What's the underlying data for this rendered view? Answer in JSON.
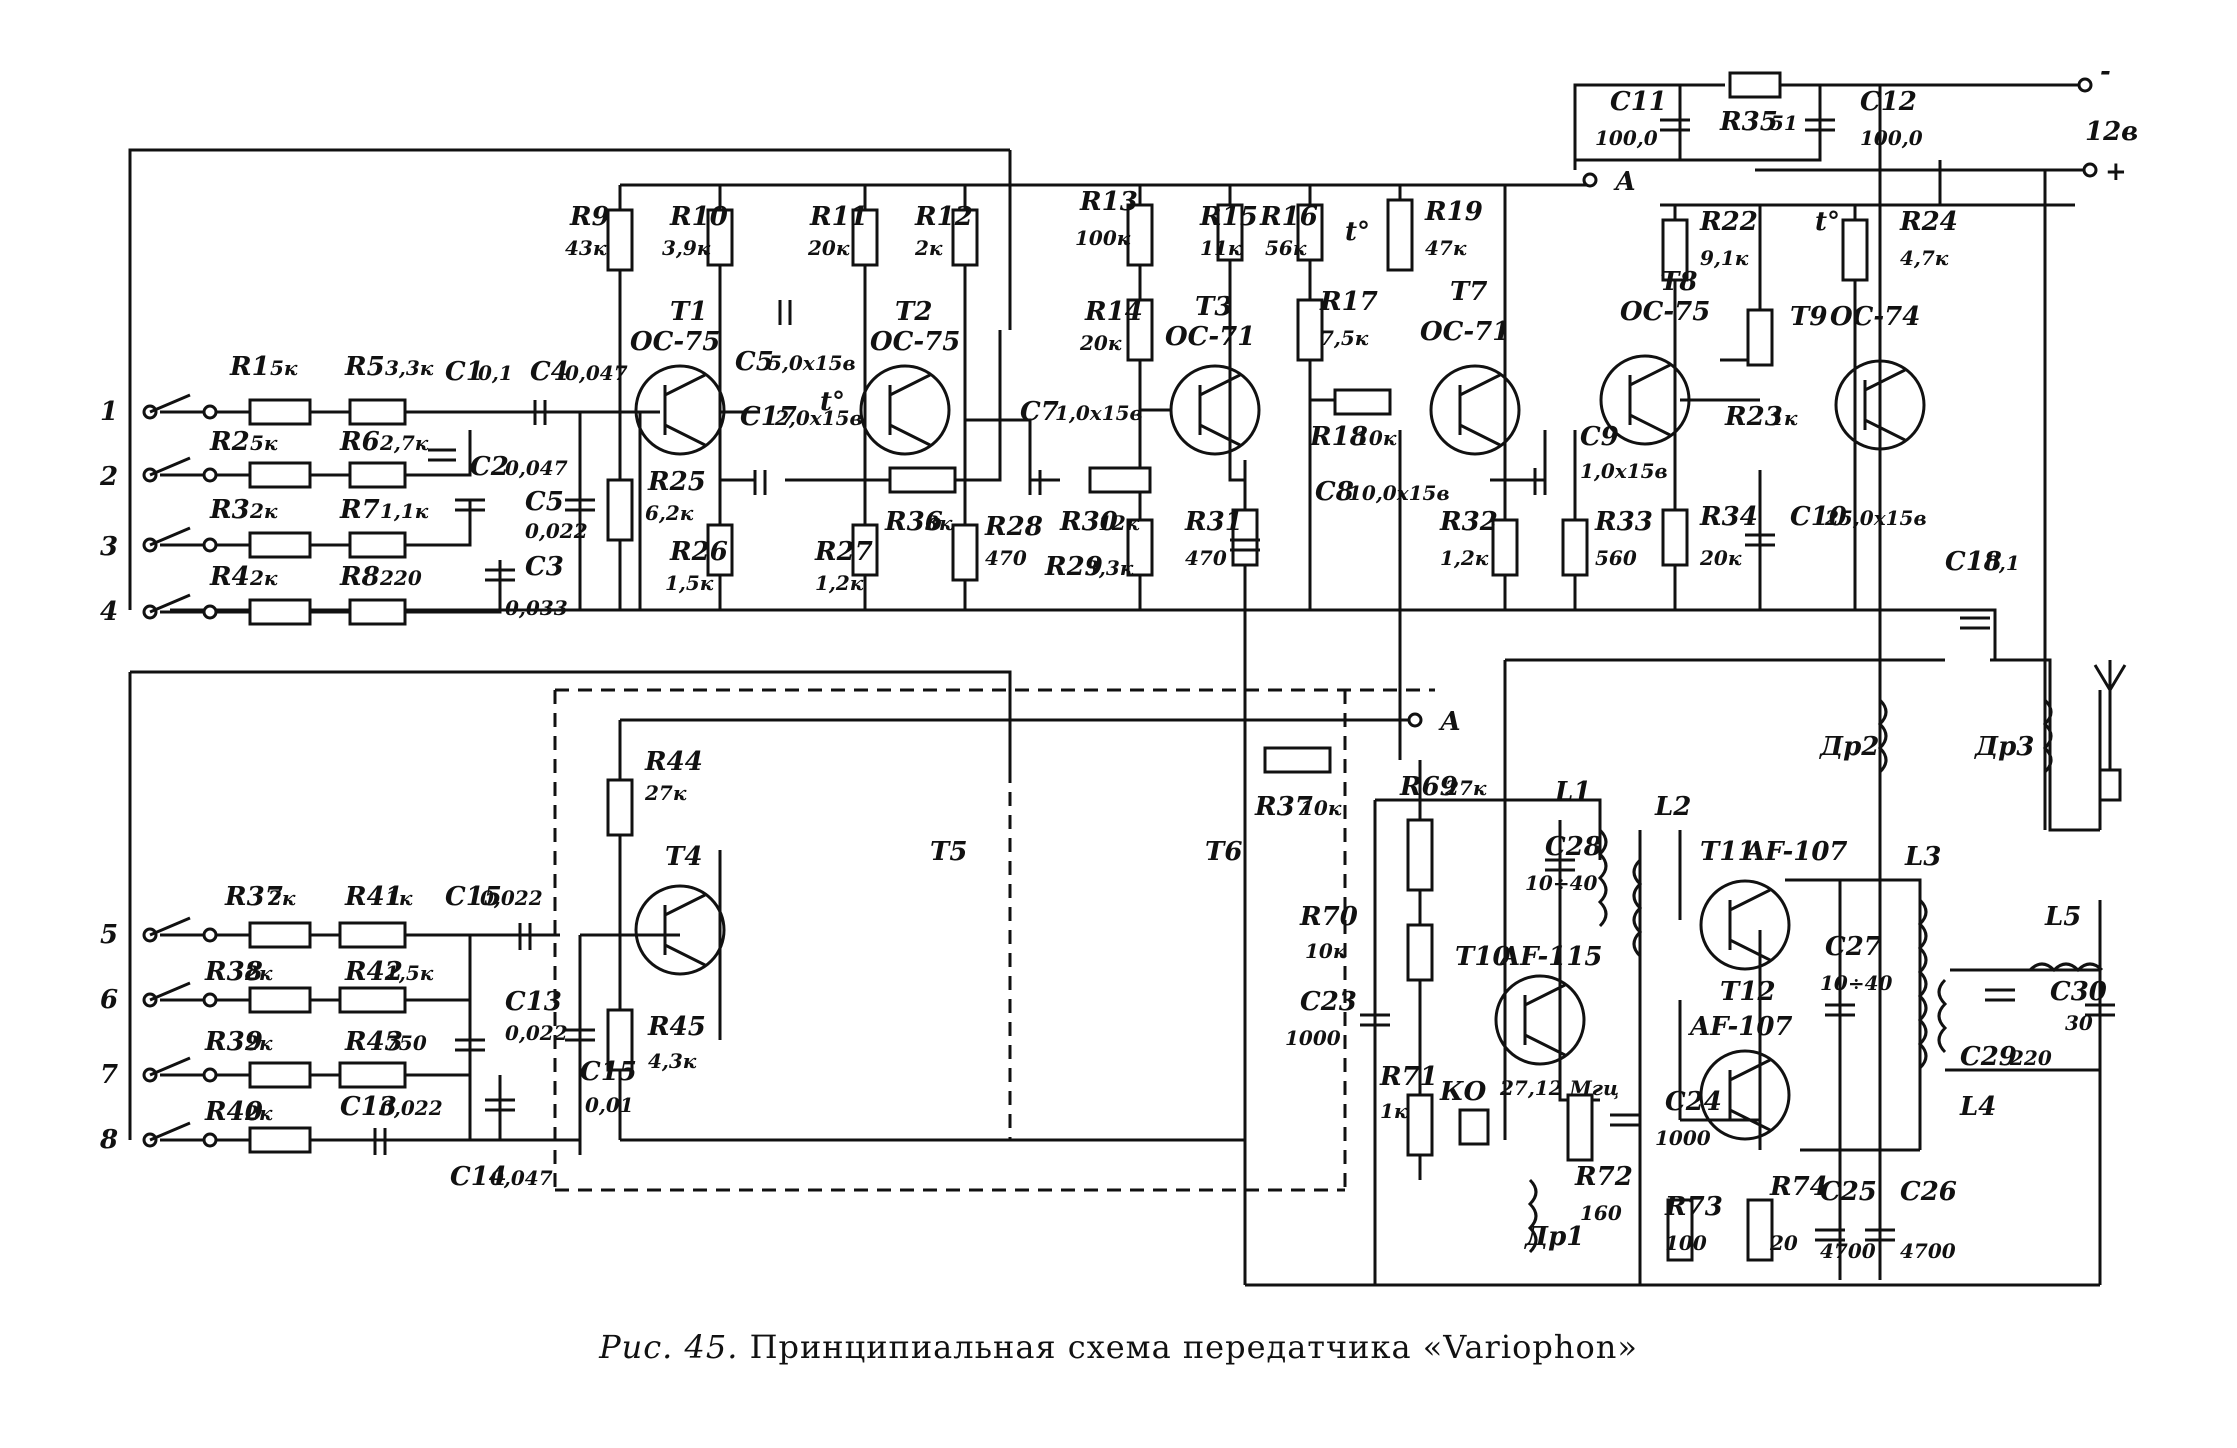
{
  "caption": {
    "figure": "Рис. 45.",
    "text": "Принципиальная схема передатчика «Variophon»"
  },
  "power": {
    "voltage": "12в",
    "minus": "-",
    "plus": "+"
  },
  "nodes": {
    "a_top": "А",
    "a_mid": "А"
  },
  "inputs": [
    "1",
    "2",
    "3",
    "4",
    "5",
    "6",
    "7",
    "8"
  ],
  "modules": {
    "t5": "T5",
    "t6": "T6"
  },
  "components": {
    "R1": [
      "R1",
      "5к"
    ],
    "R2": [
      "R2",
      "5к"
    ],
    "R3": [
      "R3",
      "2к"
    ],
    "R4": [
      "R4",
      "2к"
    ],
    "R5": [
      "R5",
      "3,3к"
    ],
    "R6": [
      "R6",
      "2,7к"
    ],
    "R7": [
      "R7",
      "1,1к"
    ],
    "R8": [
      "R8",
      "220"
    ],
    "R9": [
      "R9",
      "43к"
    ],
    "R10": [
      "R10",
      "3,9к"
    ],
    "R11": [
      "R11",
      "20к"
    ],
    "R12": [
      "R12",
      "2к"
    ],
    "R13": [
      "R13",
      "100к"
    ],
    "R14": [
      "R14",
      "20к"
    ],
    "R15": [
      "R15",
      "11к"
    ],
    "R16": [
      "R16",
      "56к"
    ],
    "R17": [
      "R17",
      "7,5к"
    ],
    "R18": [
      "R18",
      "10к"
    ],
    "R19": [
      "R19",
      "47к"
    ],
    "R22": [
      "R22",
      "9,1к"
    ],
    "R23": [
      "R23",
      "1к"
    ],
    "R24": [
      "R24",
      "4,7к"
    ],
    "R25": [
      "R25",
      "6,2к"
    ],
    "R26": [
      "R26",
      "1,5к"
    ],
    "R27": [
      "R27",
      "1,2к"
    ],
    "R28": [
      "R28",
      "470"
    ],
    "R29": [
      "R29",
      "3,3к"
    ],
    "R30": [
      "R30",
      "12к"
    ],
    "R31": [
      "R31",
      "470"
    ],
    "R32": [
      "R32",
      "1,2к"
    ],
    "R33": [
      "R33",
      "560"
    ],
    "R34": [
      "R34",
      "20к"
    ],
    "R35": [
      "R35",
      "51"
    ],
    "R36": [
      "R36",
      "3к"
    ],
    "R37": [
      "R37",
      "2к"
    ],
    "R37b": [
      "R37",
      "10к"
    ],
    "R38": [
      "R38",
      "2к"
    ],
    "R39": [
      "R39",
      "2к"
    ],
    "R40": [
      "R40",
      "2к"
    ],
    "R41": [
      "R41",
      "1к"
    ],
    "R42": [
      "R42",
      "1,5к"
    ],
    "R43": [
      "R43",
      "750"
    ],
    "R44": [
      "R44",
      "27к"
    ],
    "R45": [
      "R45",
      "4,3к"
    ],
    "R69": [
      "R69",
      "27к"
    ],
    "R70": [
      "R70",
      "10к"
    ],
    "R71": [
      "R71",
      "1к"
    ],
    "R72": [
      "R72",
      "160"
    ],
    "R73": [
      "R73",
      "100"
    ],
    "R74": [
      "R74",
      "20"
    ],
    "C1": [
      "C1",
      "0,1"
    ],
    "C2": [
      "C2",
      "0,047"
    ],
    "C3": [
      "C3",
      "0,033"
    ],
    "C4": [
      "C4",
      "0,047"
    ],
    "C5": [
      "C5",
      "0,022"
    ],
    "C5b": [
      "C5",
      "5,0х15в"
    ],
    "C7": [
      "C7",
      "1,0х15в"
    ],
    "C17": [
      "C17",
      "2,0х15в"
    ],
    "C8": [
      "C8",
      "10,0х15в"
    ],
    "C9": [
      "C9",
      "1,0х15в"
    ],
    "C10": [
      "C10",
      "25,0х15в"
    ],
    "C11": [
      "C11",
      "100,0"
    ],
    "C12": [
      "C12",
      "100,0"
    ],
    "C13a": [
      "C13",
      "0,022"
    ],
    "C13b": [
      "C13",
      "0,022"
    ],
    "C14": [
      "C14",
      "0,047"
    ],
    "C15": [
      "C15",
      "0,022"
    ],
    "C16": [
      "C15",
      "0,01"
    ],
    "C18": [
      "C18",
      "0,1"
    ],
    "C23": [
      "C23",
      "1000"
    ],
    "C24": [
      "C24",
      "1000"
    ],
    "C25": [
      "C25",
      "4700"
    ],
    "C26": [
      "C26",
      "4700"
    ],
    "C27": [
      "C27",
      "10÷40"
    ],
    "C28": [
      "C28",
      "10÷40"
    ],
    "C29": [
      "C29",
      "220"
    ],
    "C30": [
      "C30",
      "30"
    ],
    "T1": [
      "T1",
      "ОС-75"
    ],
    "T2": [
      "T2",
      "ОС-75"
    ],
    "T3": [
      "T3",
      "ОС-71"
    ],
    "T4": [
      "T4",
      ""
    ],
    "T7": [
      "T7",
      "ОС-71"
    ],
    "T8": [
      "T8",
      "ОС-75"
    ],
    "T9": [
      "T9",
      "ОС-74"
    ],
    "T10": [
      "T10",
      "AF-115"
    ],
    "T11": [
      "T11",
      "AF-107"
    ],
    "T12": [
      "T12",
      "AF-107"
    ],
    "L1": [
      "L1",
      ""
    ],
    "L2": [
      "L2",
      ""
    ],
    "L3": [
      "L3",
      ""
    ],
    "L4": [
      "L4",
      ""
    ],
    "L5": [
      "L5",
      ""
    ],
    "DR1": [
      "Др1",
      ""
    ],
    "DR2": [
      "Др2",
      ""
    ],
    "DR3": [
      "Др3",
      ""
    ],
    "KQ": [
      "КО",
      "27,12 Мгц"
    ]
  },
  "thermistor_symbol": "t°"
}
